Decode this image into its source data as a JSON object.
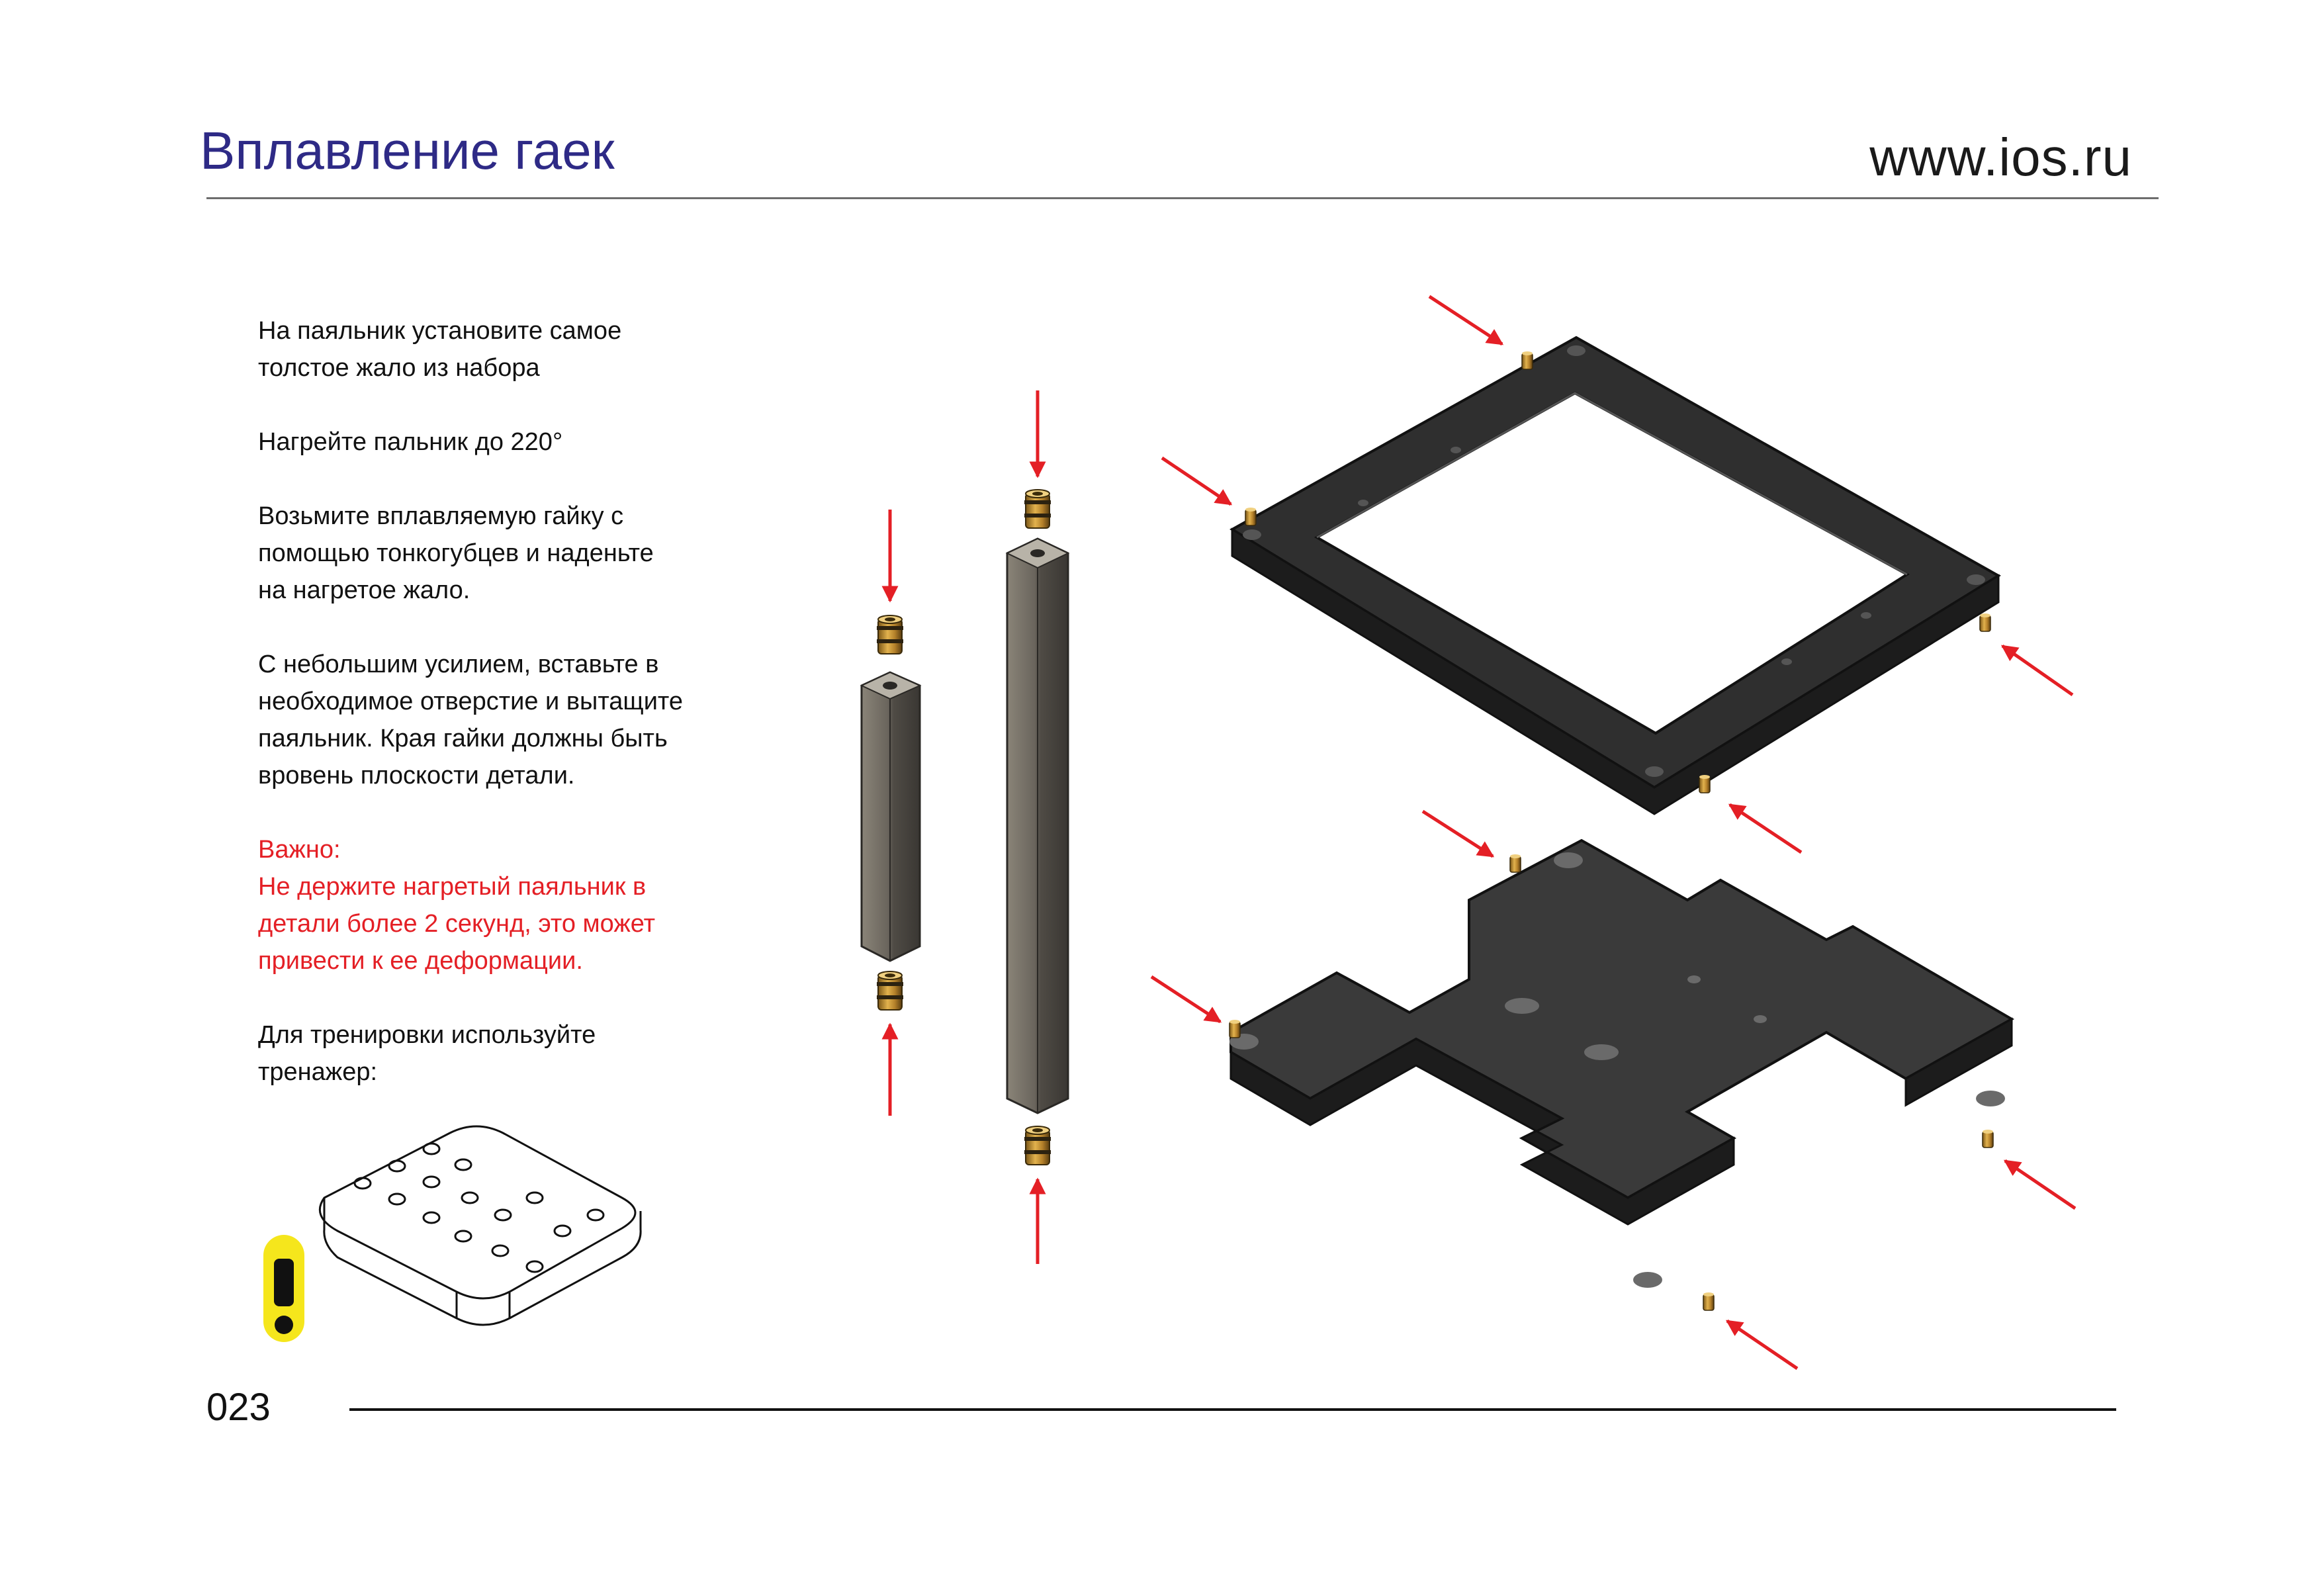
{
  "header": {
    "title": "Вплавление гаек",
    "site": "www.ios.ru"
  },
  "instructions": {
    "step1": "На паяльник установите самое\nтолстое жало из набора",
    "step2": "Нагрейте пальник до 220°",
    "step3": "Возьмите вплавляемую гайку с\nпомощью тонкогубцев и наденьте\nна нагретое жало.",
    "step4": "С небольшим усилием, вставьте в\nнеобходимое отверстие и вытащите\nпаяльник. Края гайки должны быть\nвровень плоскости детали.",
    "warning_label": "Важно:",
    "warning_text": "Не держите нагретый паяльник в\nдетали более 2 секунд, это может\nпривести к ее деформации.",
    "trainer_text": "Для тренировки используйте\nтренажер:"
  },
  "footer": {
    "page_number": "023"
  },
  "icons": {
    "warning": "exclamation-warning-icon",
    "arrow": "red-arrow-icon"
  },
  "colors": {
    "title": "#2e2a86",
    "warning": "#e41f25",
    "arrow": "#e41f25",
    "badge": "#f5e61c",
    "part": "#2f2f2f",
    "nut": "#c89530"
  }
}
